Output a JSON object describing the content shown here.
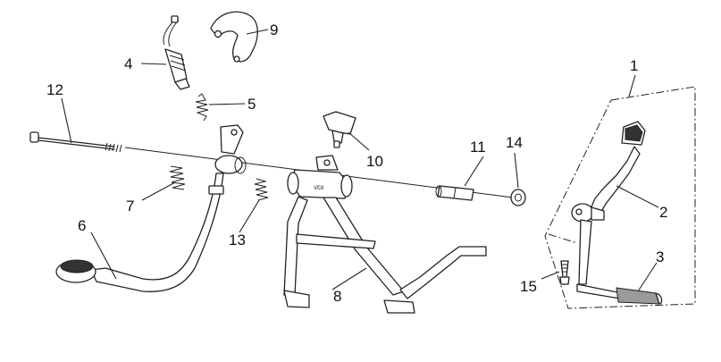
{
  "callouts": {
    "c1": "1",
    "c2": "2",
    "c3": "3",
    "c4": "4",
    "c5": "5",
    "c6": "6",
    "c7": "7",
    "c8": "8",
    "c9": "9",
    "c10": "10",
    "c11": "11",
    "c12": "12",
    "c13": "13",
    "c14": "14",
    "c15": "15"
  },
  "stand_marking": "VE8",
  "colors": {
    "line": "#222222",
    "background": "#ffffff",
    "grip": "#333333"
  }
}
